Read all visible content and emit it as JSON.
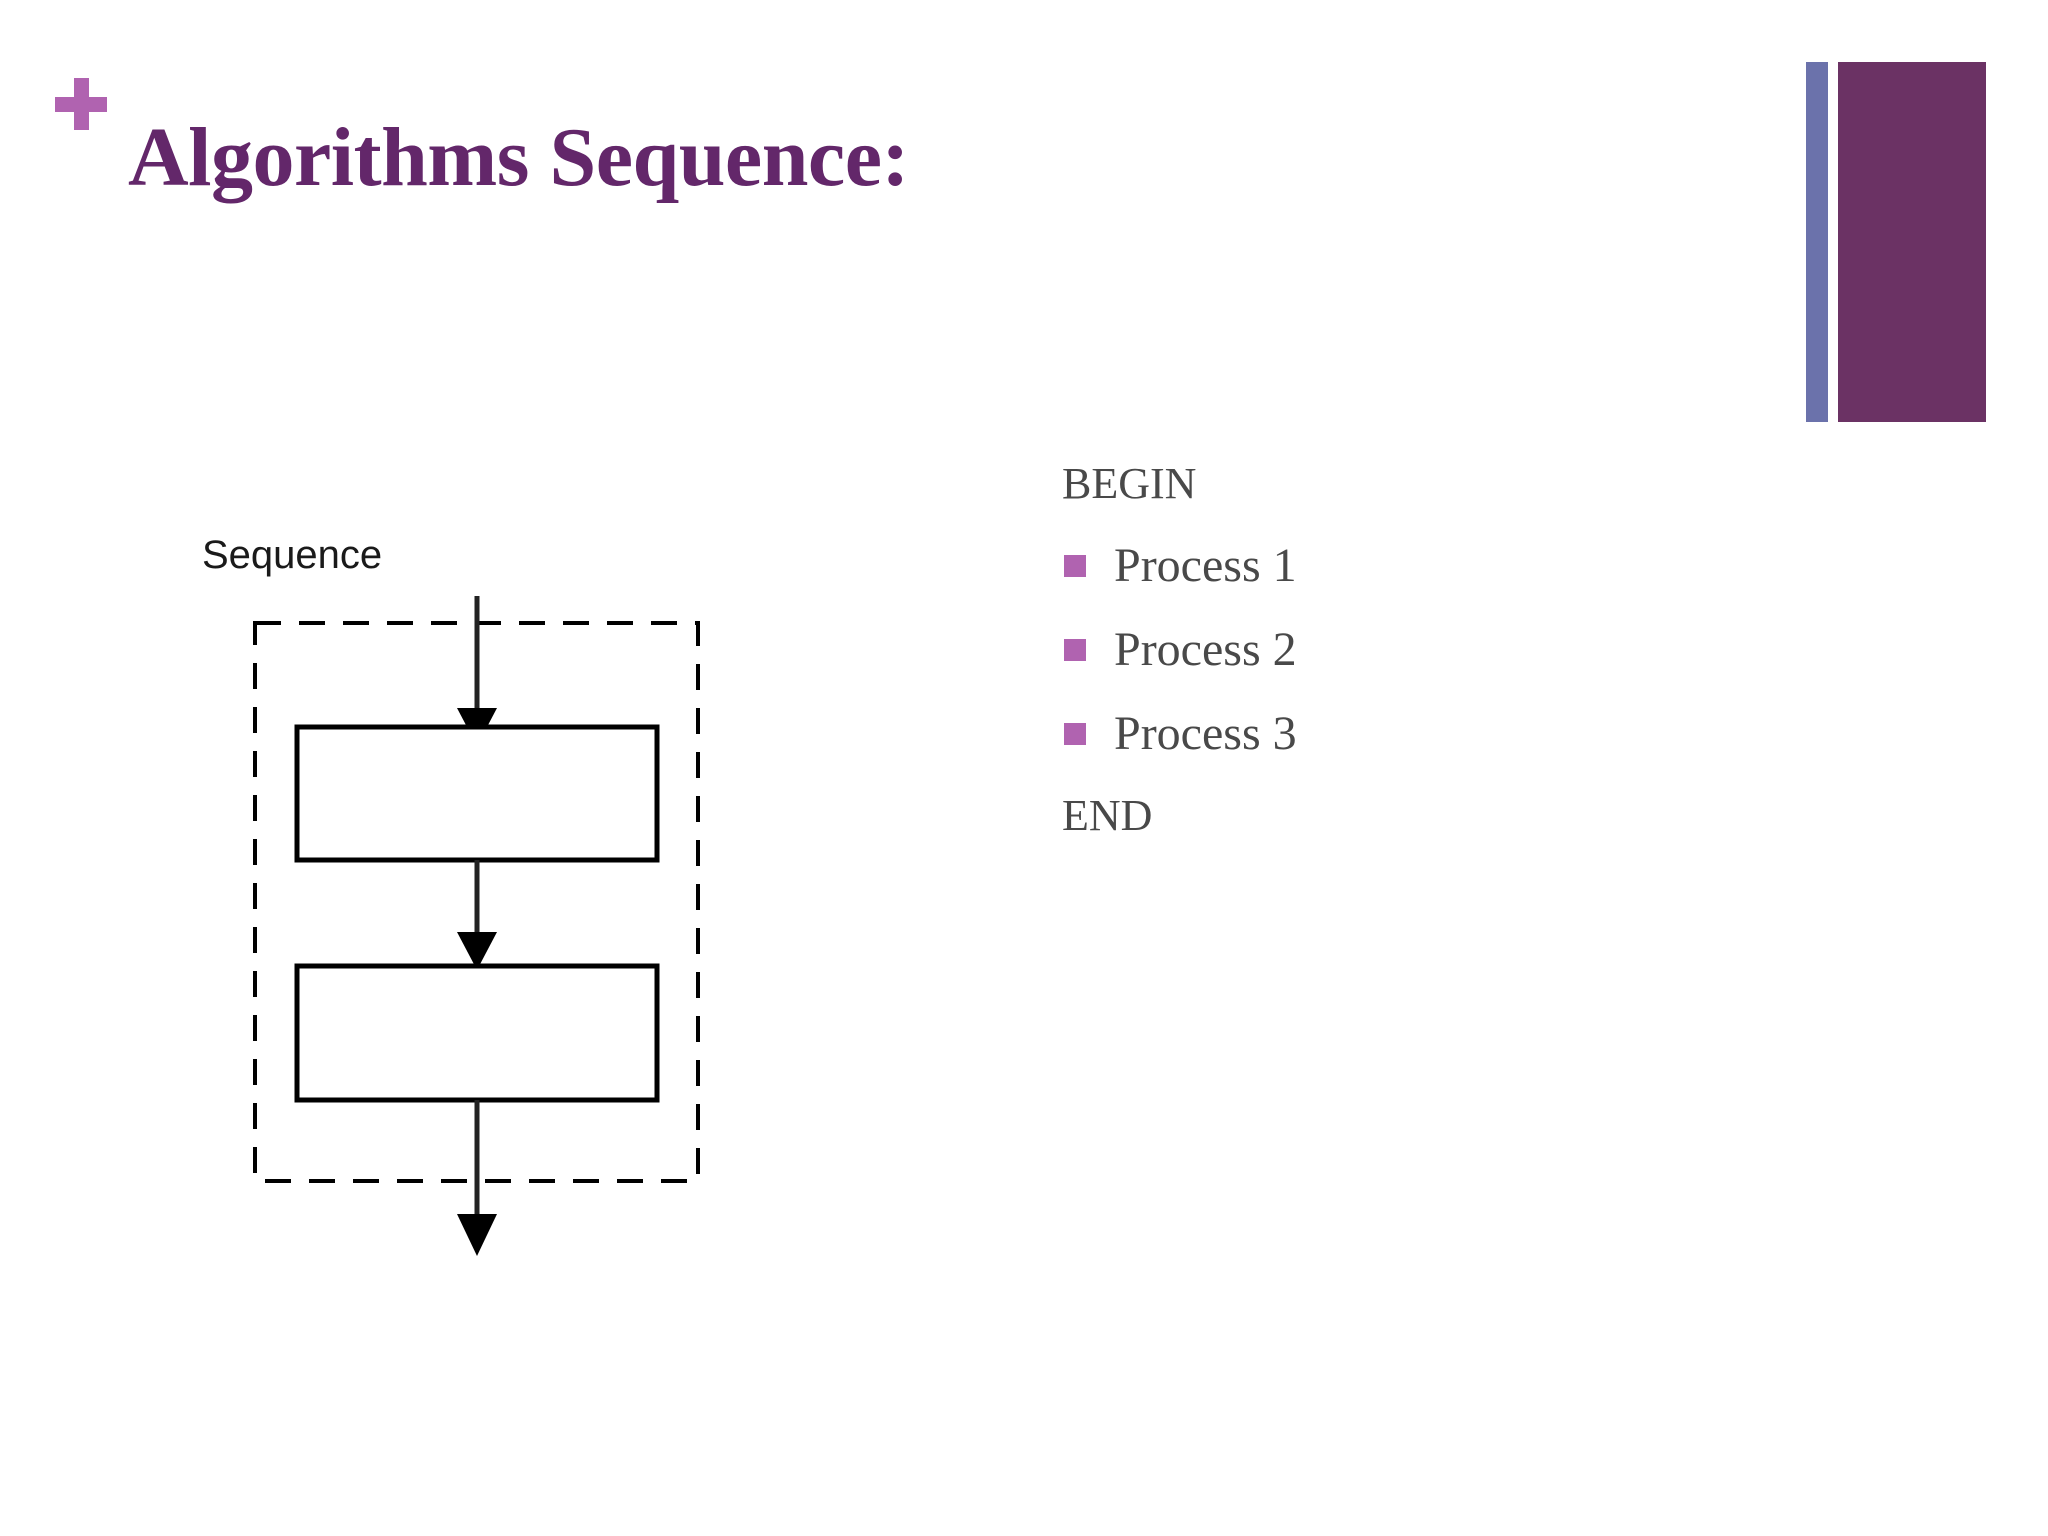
{
  "slide": {
    "title": "Algorithms Sequence:",
    "accent_purple": "#63276a",
    "accent_orchid": "#b063b0",
    "deco_blue": "#6b72ab",
    "deco_purple": "#6b3264",
    "body_text_color": "#494949",
    "background": "#ffffff"
  },
  "header": {
    "plus_icon": "plus-icon",
    "title": "Algorithms Sequence:"
  },
  "decoration": {
    "blue_bar": "blue-bar",
    "purple_block": "purple-block"
  },
  "diagram": {
    "label": "Sequence",
    "type": "flowchart",
    "structure": "dashed-container-with-two-sequential-process-boxes",
    "boxes": [
      {
        "id": "process-box-1",
        "text": ""
      },
      {
        "id": "process-box-2",
        "text": ""
      }
    ],
    "arrows": [
      {
        "id": "arrow-entry",
        "from": "top",
        "to": "process-box-1"
      },
      {
        "id": "arrow-between",
        "from": "process-box-1",
        "to": "process-box-2"
      },
      {
        "id": "arrow-exit",
        "from": "process-box-2",
        "to": "bottom"
      }
    ]
  },
  "pseudocode": {
    "begin": "BEGIN",
    "steps": [
      {
        "label": "Process 1"
      },
      {
        "label": "Process 2"
      },
      {
        "label": "Process 3"
      }
    ],
    "end": "END"
  }
}
